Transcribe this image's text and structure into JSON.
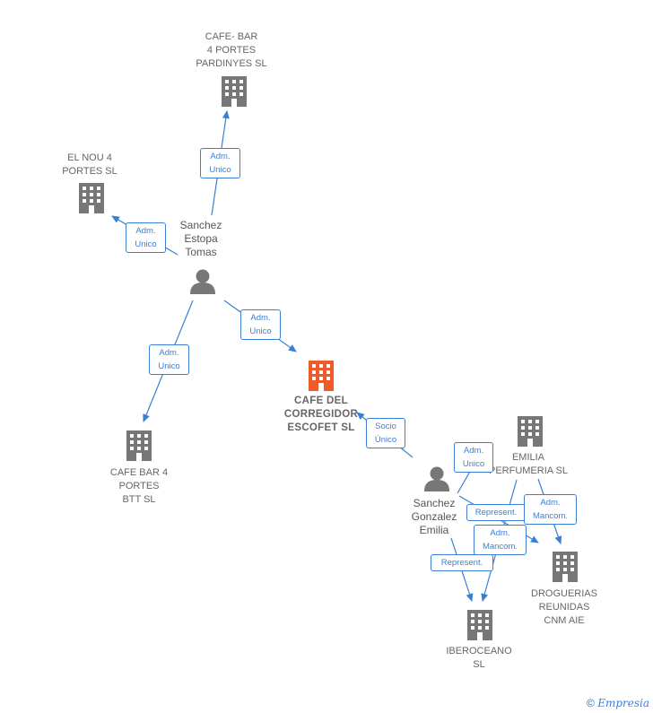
{
  "nodes": {
    "cafe_bar_4_portes_pardinyes": "CAFE- BAR\n4 PORTES\nPARDINYES SL",
    "el_nou_4_portes": "EL NOU 4\nPORTES  SL",
    "cafe_bar_4_portes_btt": "CAFE BAR 4\nPORTES\nBTT SL",
    "cafe_del_corregidor": "CAFE DEL\nCORREGIDOR\nESCOFET  SL",
    "emilia_perfumeria": "EMILIA\nPERFUMERIA SL",
    "droguerias_reunidas": "DROGUERIAS\nREUNIDAS\nCNM AIE",
    "iberoceano": "IBEROCEANO\nSL"
  },
  "persons": {
    "sanchez_estopa_tomas": "Sanchez\nEstopa\nTomas",
    "sanchez_gonzalez_emilia": "Sanchez\nGonzalez\nEmilia"
  },
  "edges": {
    "e1": "Adm.\nUnico",
    "e2": "Adm.\nUnico",
    "e3": "Adm.\nUnico",
    "e4": "Adm.\nUnico",
    "e5": "Socio\nÚnico",
    "e6": "Adm.\nUnico",
    "e7": "Represent.",
    "e8": "Adm.\nMancom.",
    "e9": "Adm.\nMancom.",
    "e10": "Represent."
  },
  "colors": {
    "edge": "#3a7fd5",
    "building": "#777777",
    "building_main": "#f05a28",
    "person": "#777777"
  },
  "footer": {
    "copyright": "©",
    "brand": "Empresia"
  }
}
